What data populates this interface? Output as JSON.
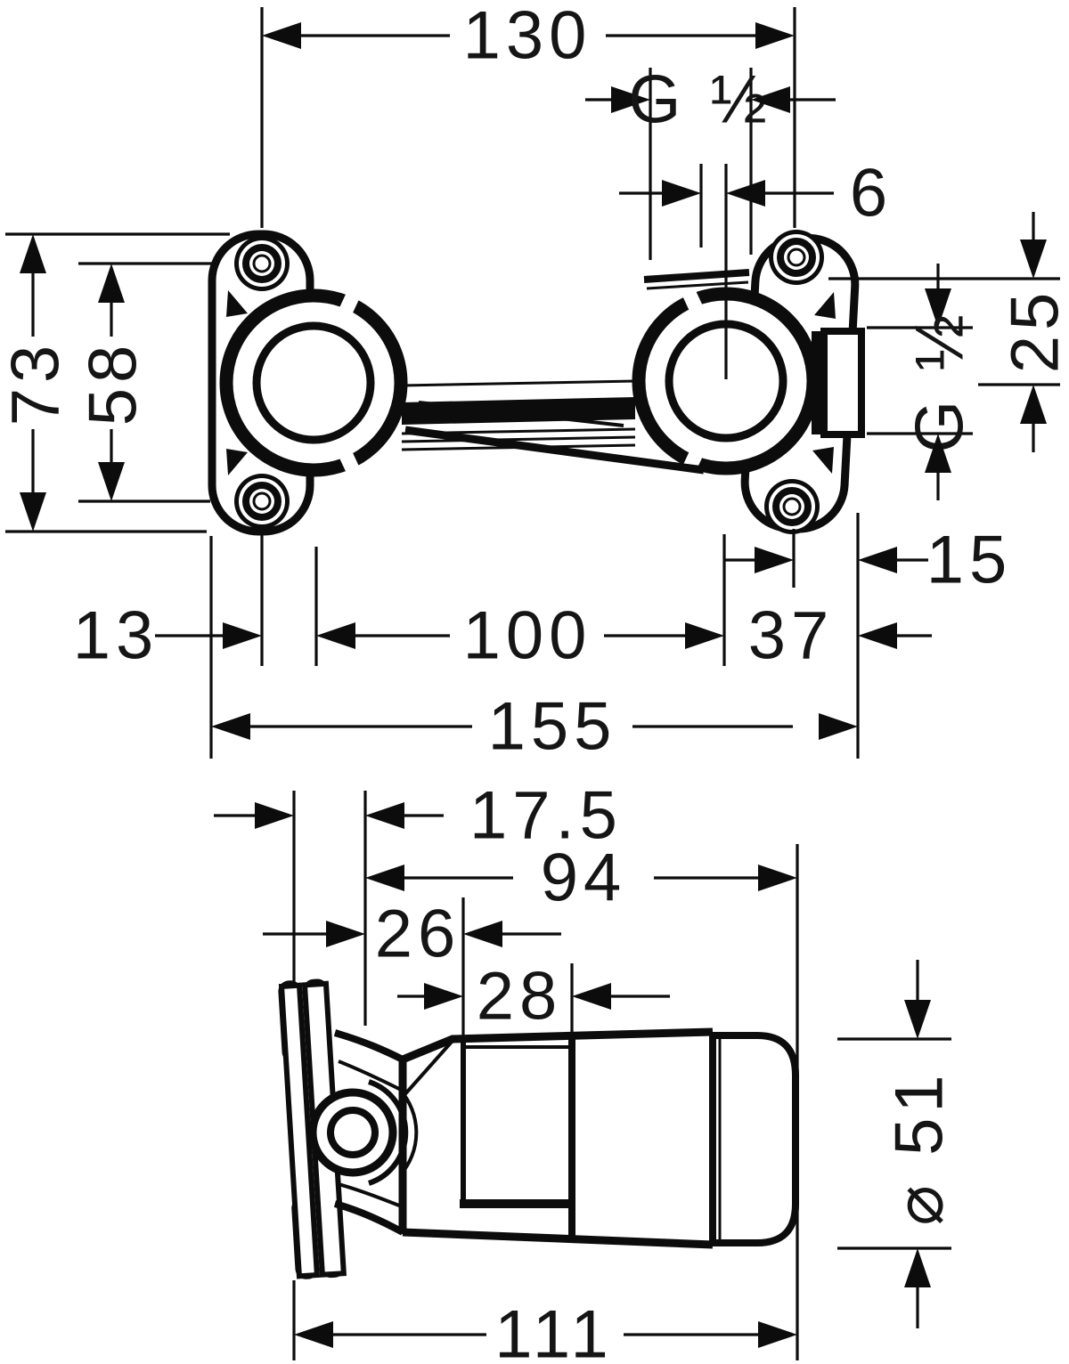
{
  "page": {
    "background": "#ffffff",
    "ink": "#0c0c0c"
  },
  "views": {
    "front": {
      "dimensions": {
        "width_130": "130",
        "thread_top": "G ½",
        "offset_6": "6",
        "height_73": "73",
        "hole_spacing_58": "58",
        "depth_25": "25",
        "thread_side": "G ½",
        "edge_offset_15": "15",
        "center_offset_13": "13",
        "center_distance_100": "100",
        "side_offset_37": "37",
        "total_width_155": "155"
      }
    },
    "side": {
      "dimensions": {
        "wall_depth_17_5": "17.5",
        "body_length_94": "94",
        "offset_26": "26",
        "offset_28": "28",
        "diameter_51": "⌀ 51",
        "total_length_111": "111"
      }
    }
  }
}
